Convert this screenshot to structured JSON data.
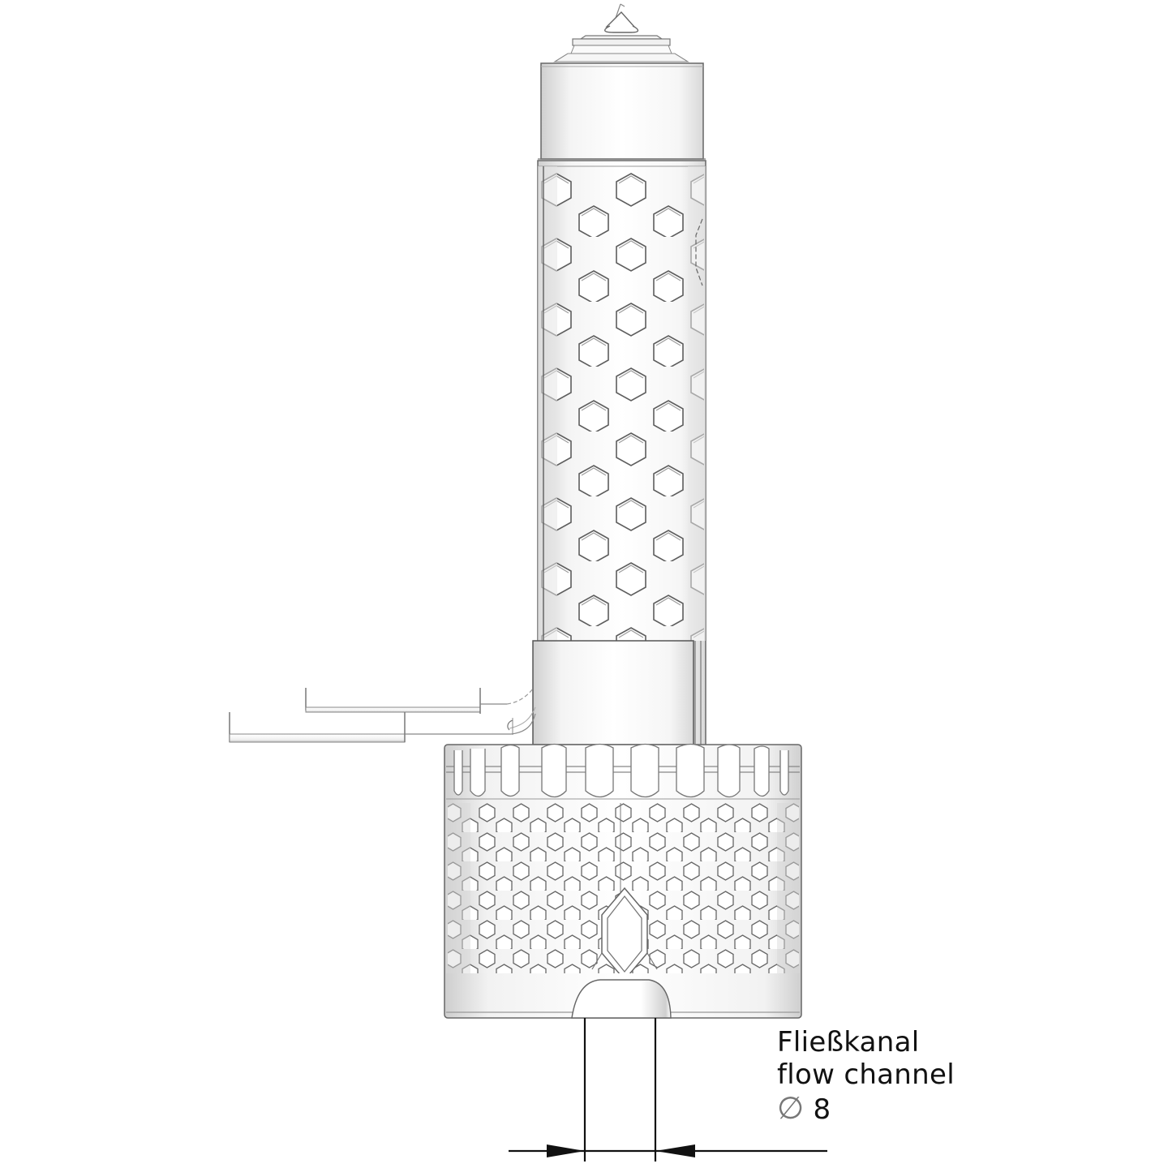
{
  "drawing": {
    "subject": "cylindrical filter / sensor assembly with hexagonal perforated tube and honeycomb base",
    "view": "front elevation, technical line drawing",
    "line_color": "#555555",
    "dimension_line_color": "#111111",
    "background": "#ffffff"
  },
  "annotation": {
    "label_de": "Fließkanal",
    "label_en": "flow channel",
    "diameter_symbol": "∅",
    "diameter_value": "8"
  },
  "components": [
    {
      "name": "tip",
      "description": "conical nozzle tip"
    },
    {
      "name": "top-cap",
      "description": "solid cylindrical cap"
    },
    {
      "name": "perforated-tube",
      "description": "tube with staggered hexagonal holes"
    },
    {
      "name": "collar",
      "description": "sleeve at base of tube"
    },
    {
      "name": "cables",
      "description": "two cable leads exiting left"
    },
    {
      "name": "base",
      "description": "crenellated honeycomb base with central flow channel notch"
    }
  ]
}
